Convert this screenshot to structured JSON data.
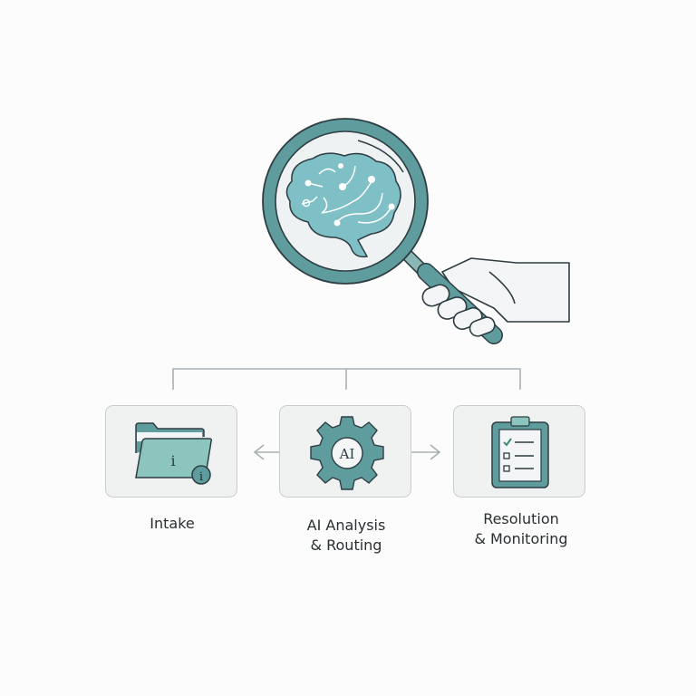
{
  "steps": [
    {
      "label_lines": [
        "Intake"
      ],
      "icon": "folder-info-icon"
    },
    {
      "label_lines": [
        "AI Analysis",
        "& Routing"
      ],
      "icon": "gear-ai-icon",
      "icon_text": "AI"
    },
    {
      "label_lines": [
        "Resolution",
        "& Monitoring"
      ],
      "icon": "clipboard-checklist-icon"
    }
  ],
  "hero": {
    "icon": "hand-magnifier-brain-icon"
  },
  "colors": {
    "teal": "#5f9c9e",
    "light_teal": "#8cc5bd",
    "brain": "#7fbfc6",
    "outline": "#2e3d42",
    "box_bg": "#f0f2f2"
  }
}
